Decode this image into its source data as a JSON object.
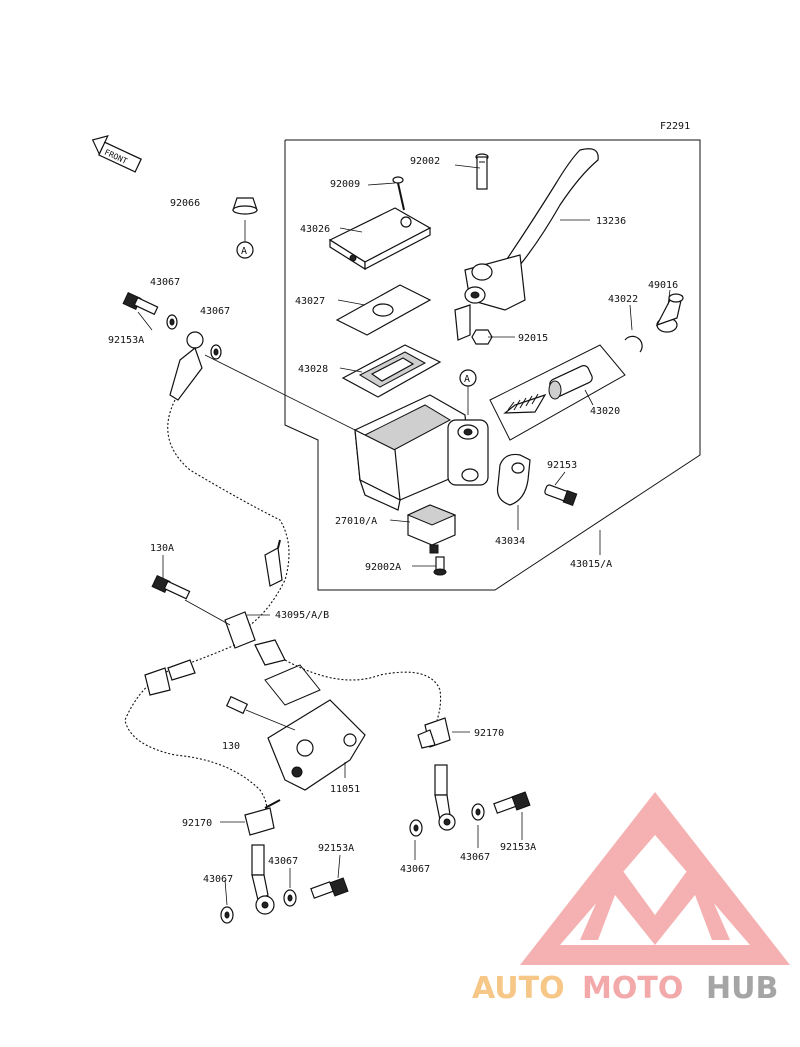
{
  "figure_code": "F2291",
  "front_arrow_label": "FRONT",
  "ref_marker": "A",
  "labels": {
    "l92002": "92002",
    "l92009": "92009",
    "l43026": "43026",
    "l13236": "13236",
    "l92066": "92066",
    "l43067a": "43067",
    "l43067b": "43067",
    "l92153a_1": "92153A",
    "l43027": "43027",
    "l49016": "49016",
    "l43022": "43022",
    "l92015": "92015",
    "l43028": "43028",
    "l43020": "43020",
    "l92153": "92153",
    "l27010a": "27010/A",
    "l43034": "43034",
    "l92002a": "92002A",
    "l43015a": "43015/A",
    "l130a": "130A",
    "l43095": "43095/A/B",
    "l92170a": "92170",
    "l130": "130",
    "l11051": "11051",
    "l92170b": "92170",
    "l43067c": "43067",
    "l92153a_2": "92153A",
    "l43067d": "43067",
    "l92153a_3": "92153A",
    "l43067e": "43067",
    "l43067f": "43067"
  },
  "watermark": {
    "part1": "AUTO",
    "part2": "MOTO",
    "part3": "HUB",
    "color_light": "#f4b5b5",
    "color_mid": "#f2a8a8",
    "color_orange": "#f6c27a",
    "color_grey": "#9c9c9c"
  }
}
